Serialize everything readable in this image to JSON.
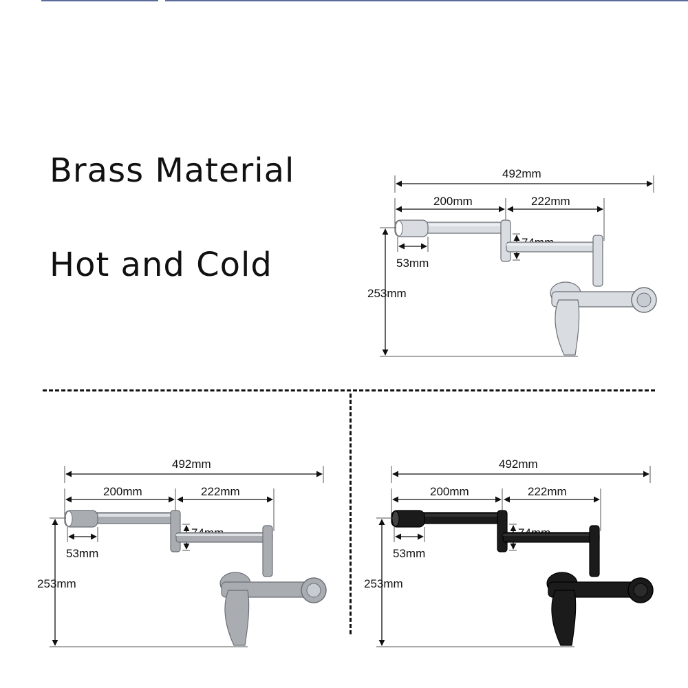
{
  "heading": {
    "line1": "Brass Material",
    "line2": "Hot and Cold"
  },
  "dimensions": {
    "total_width": "492mm",
    "spout_length": "200mm",
    "arm_length": "222mm",
    "drop": "74mm",
    "spout_tip": "53mm",
    "height": "253mm"
  },
  "variants": [
    {
      "finish": "chrome",
      "color": "#d9dde2"
    },
    {
      "finish": "brushed-nickel",
      "color": "#a9adb2"
    },
    {
      "finish": "matte-black",
      "color": "#1b1b1b"
    }
  ]
}
